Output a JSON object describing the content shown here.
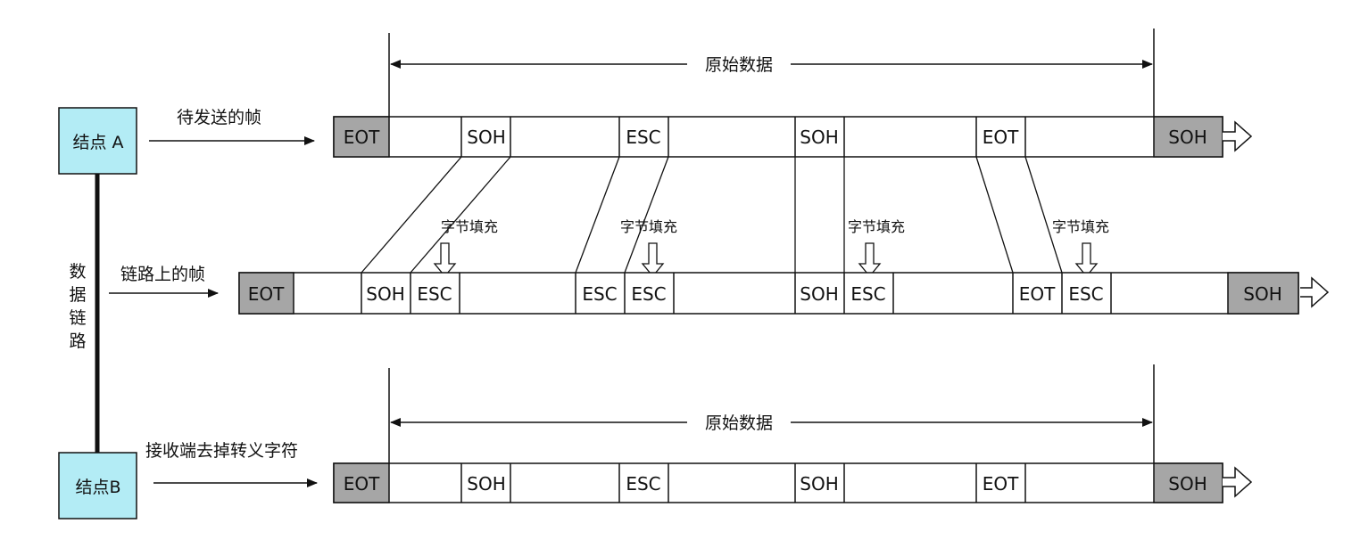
{
  "nodes": {
    "a": "结点 A",
    "b": "结点B"
  },
  "link_label": [
    "数",
    "据",
    "链",
    "路"
  ],
  "row_labels": {
    "top": "待发送的帧",
    "middle": "链路上的帧",
    "bottom": "接收端去掉转义字符"
  },
  "span_label": "原始数据",
  "stuffing_label": "字节填充",
  "codes": {
    "eot": "EOT",
    "soh": "SOH",
    "esc": "ESC"
  },
  "colors": {
    "node_fill": "#b3ecf5",
    "flag_fill": "#a6a6a6",
    "line": "#111111"
  }
}
